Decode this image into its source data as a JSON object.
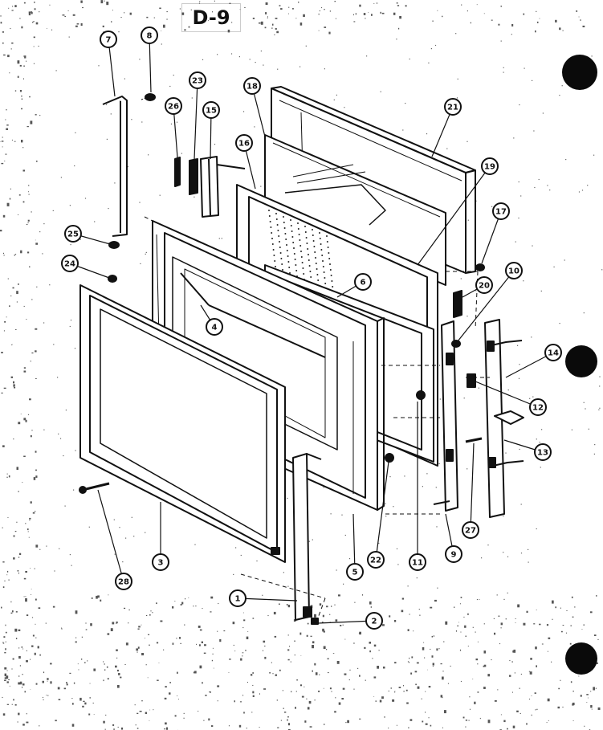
{
  "page": {
    "title": "D-9"
  },
  "colors": {
    "ink": "#111111",
    "paper": "#ffffff",
    "speckle": "#555555",
    "blot": "#0a0a0a"
  },
  "parts": {
    "callouts": [
      "1",
      "2",
      "3",
      "4",
      "5",
      "6",
      "7",
      "8",
      "9",
      "10",
      "11",
      "12",
      "13",
      "14",
      "15",
      "16",
      "17",
      "18",
      "19",
      "20",
      "21",
      "22",
      "23",
      "24",
      "25",
      "26",
      "27",
      "28"
    ]
  }
}
